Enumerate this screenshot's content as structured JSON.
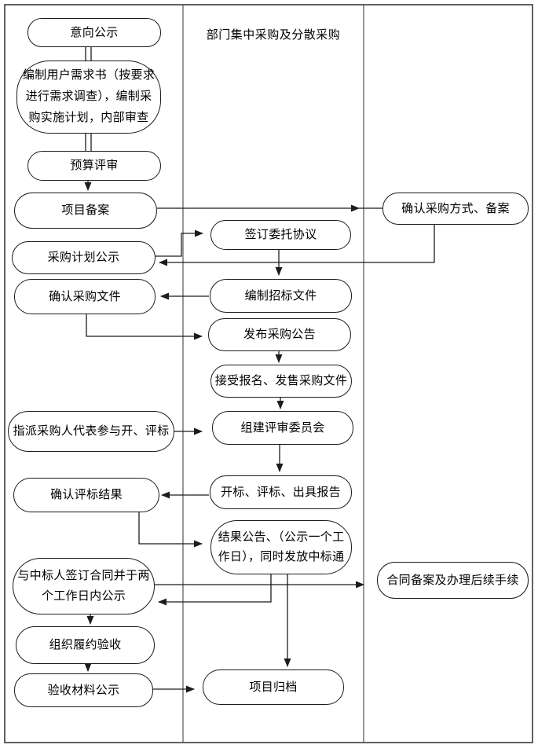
{
  "colors": {
    "line": "#1c1c1c",
    "node_border": "#1c1c1c",
    "node_fill": "#ffffff",
    "page_border": "#3c3c3c",
    "lane_divider": "#555555",
    "text": "#000000"
  },
  "lanes": {
    "middle_header": "部门集中采购及分散采购"
  },
  "nodes": {
    "left": [
      {
        "label": "意向公示"
      },
      {
        "label": "编制用户需求书（按要求进行需求调查），编制采购实施计划，内部审查"
      },
      {
        "label": "预算评审"
      },
      {
        "label": "项目备案"
      },
      {
        "label": "采购计划公示"
      },
      {
        "label": "确认采购文件"
      },
      {
        "label": "指派采购人代表参与开、评标"
      },
      {
        "label": "确认评标结果"
      },
      {
        "label": "与中标人签订合同并于两个工作日内公示"
      },
      {
        "label": "组织履约验收"
      },
      {
        "label": "验收材料公示"
      }
    ],
    "middle": [
      {
        "label": "签订委托协议"
      },
      {
        "label": "编制招标文件"
      },
      {
        "label": "发布采购公告"
      },
      {
        "label": "接受报名、发售采购文件"
      },
      {
        "label": "组建评审委员会"
      },
      {
        "label": "开标、评标、出具报告"
      },
      {
        "label": "结果公告、（公示一个工作日），同时发放中标通"
      },
      {
        "label": "项目归档"
      }
    ],
    "right": [
      {
        "label": "确认采购方式、备案"
      },
      {
        "label": "合同备案及办理后续手续"
      }
    ]
  }
}
